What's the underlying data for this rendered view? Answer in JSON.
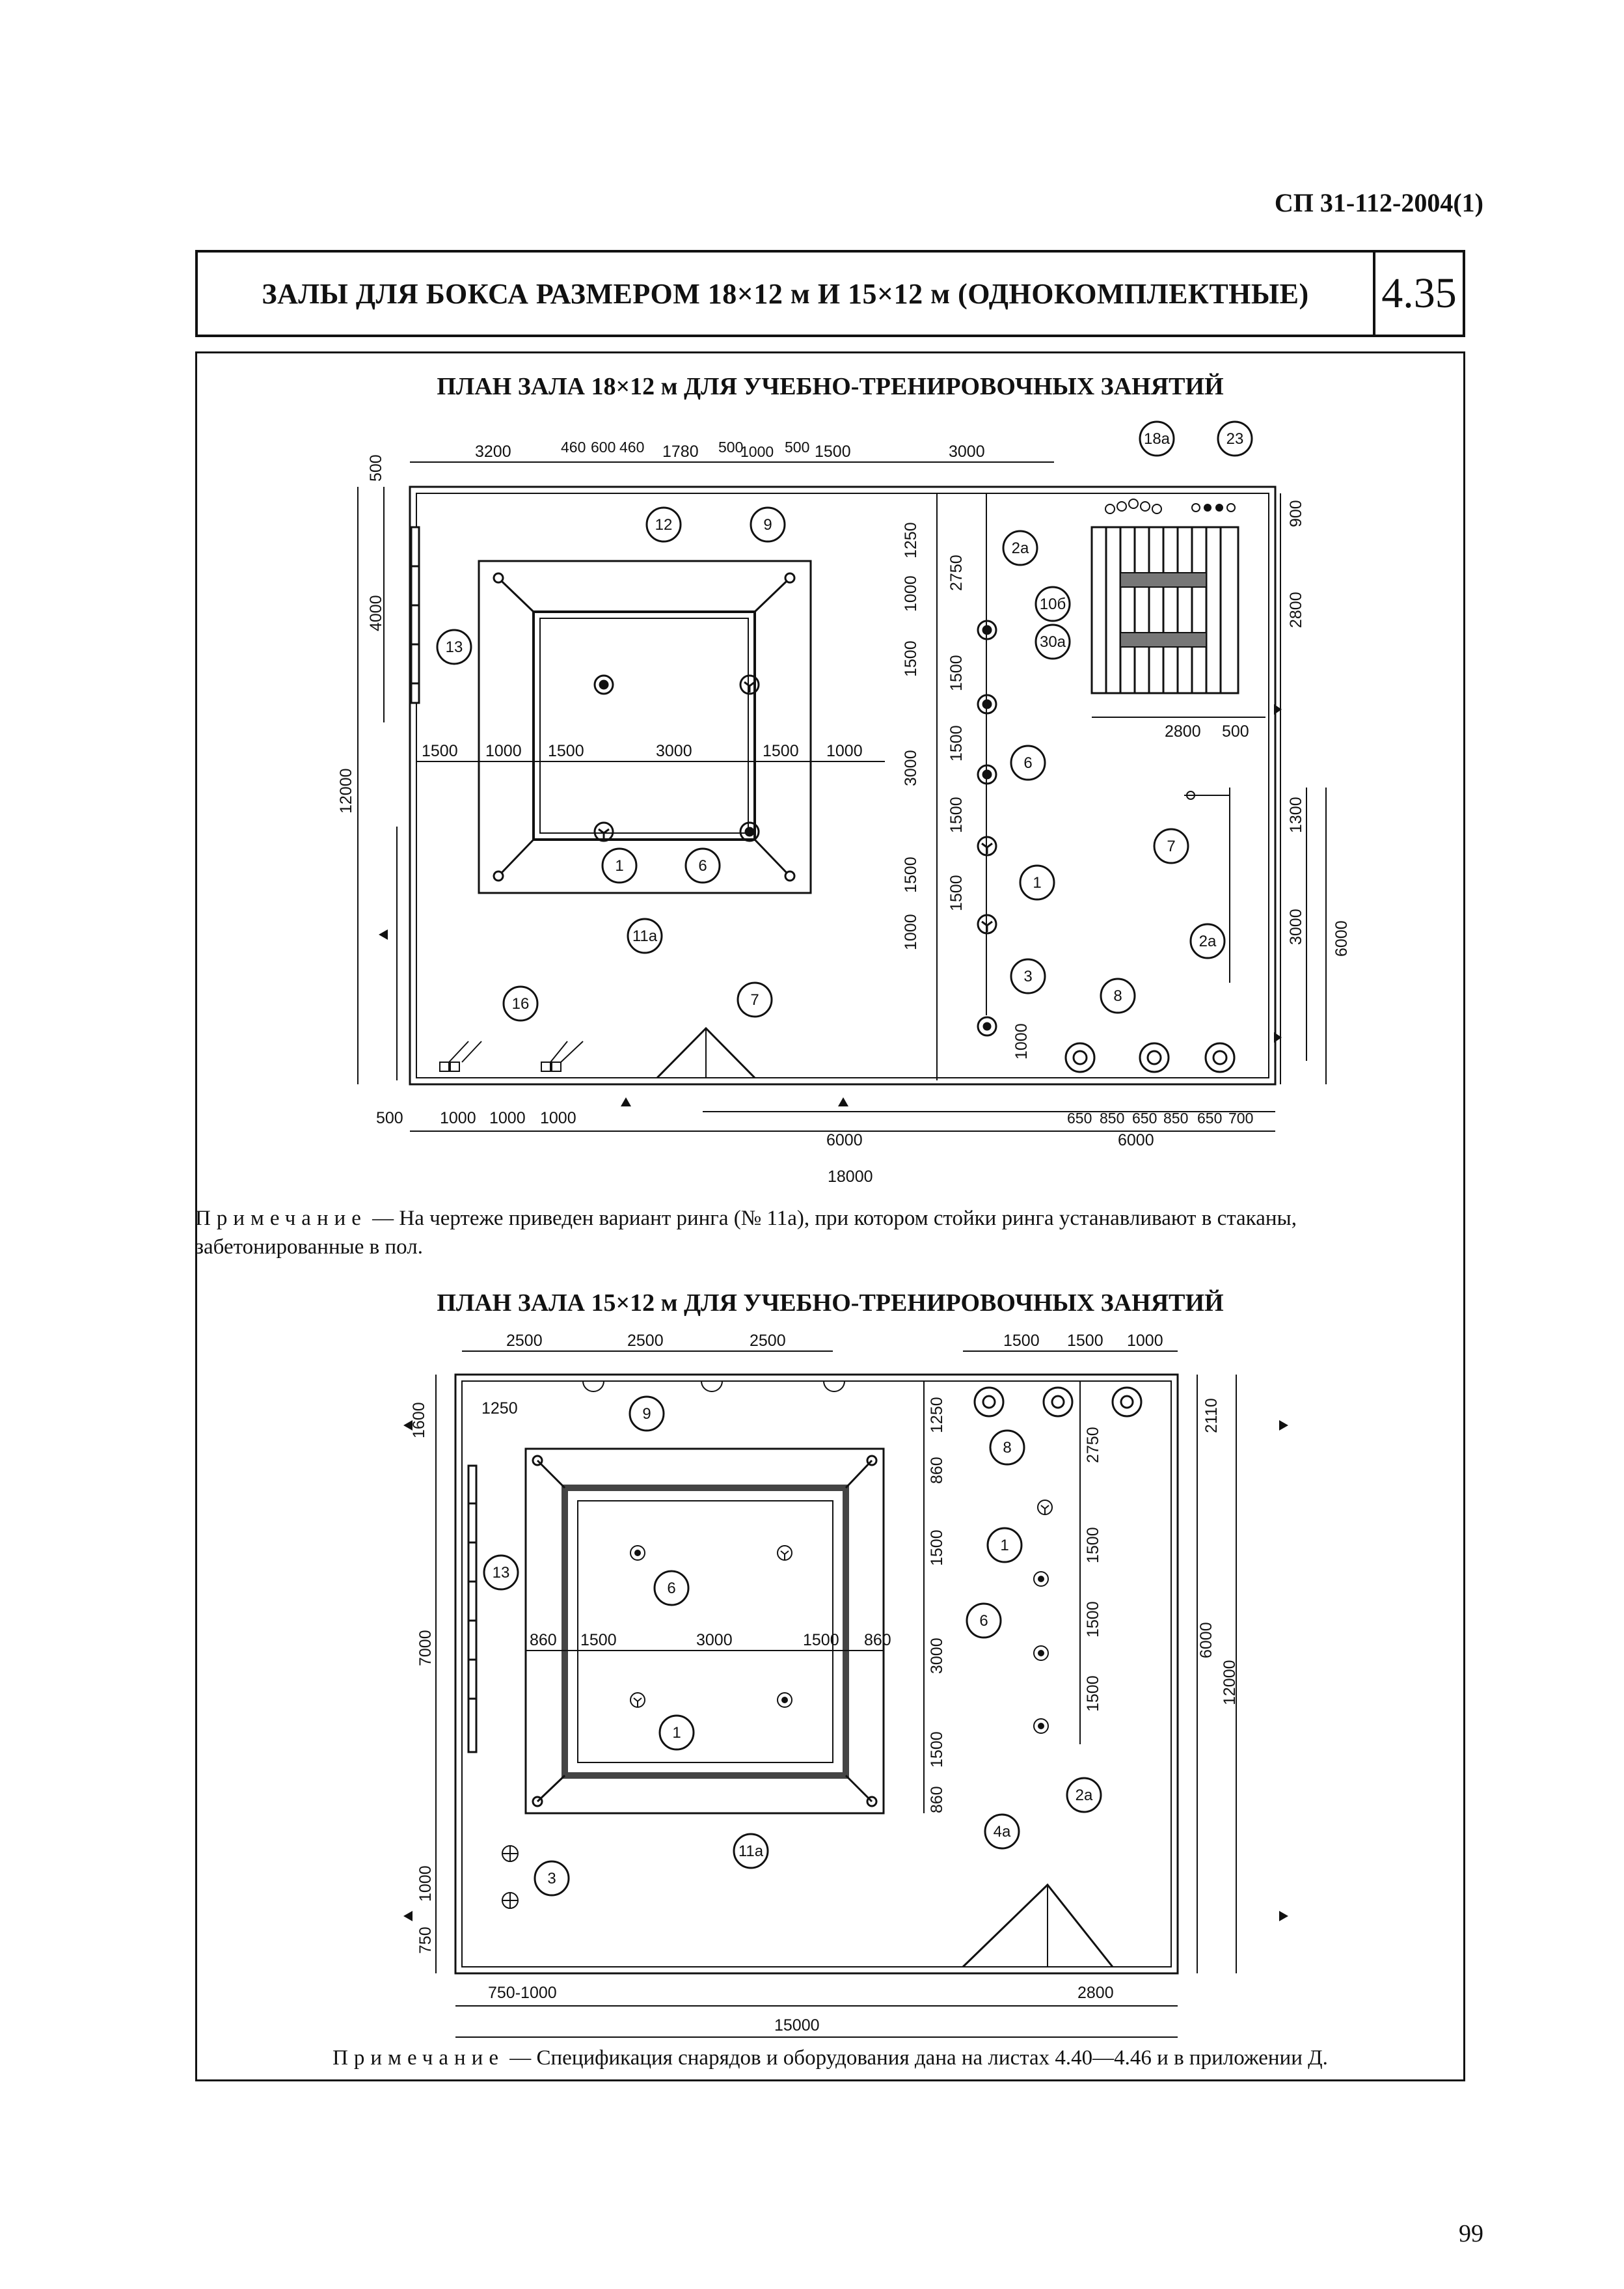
{
  "document": {
    "code": "СП 31-112-2004(1)",
    "page_number": "99"
  },
  "header": {
    "title": "ЗАЛЫ ДЛЯ БОКСА РАЗМЕРОМ 18×12 м И 15×12 м (ОДНОКОМПЛЕКТНЫЕ)",
    "sheet": "4.35"
  },
  "plan1": {
    "title": "ПЛАН ЗАЛА 18×12 м ДЛЯ УЧЕБНО-ТРЕНИРОВОЧНЫХ ЗАНЯТИЙ",
    "top_dims": [
      "3200",
      "460",
      "600",
      "460",
      "1780",
      "500",
      "1000",
      "500",
      "1500",
      "3000"
    ],
    "left_dims": [
      "500",
      "4000",
      "12000"
    ],
    "ring_dims": [
      "1500",
      "1000",
      "1500",
      "3000",
      "1500",
      "1000"
    ],
    "right_col_dims": [
      "1250",
      "1000",
      "1500",
      "3000",
      "1500",
      "1000",
      "2750",
      "1500",
      "1500",
      "1500",
      "1500",
      "1000"
    ],
    "bottom_dims": [
      "500",
      "1000",
      "1000",
      "1000",
      "650",
      "850",
      "650",
      "850",
      "650",
      "700",
      "6000",
      "6000",
      "18000"
    ],
    "side_dims": [
      "900",
      "2800",
      "2800",
      "500",
      "1300",
      "3000",
      "6000"
    ],
    "callouts": [
      "18а",
      "23",
      "12",
      "9",
      "2а",
      "10б",
      "30а",
      "13",
      "6",
      "7",
      "1",
      "11а",
      "2а",
      "3",
      "8",
      "16",
      "7",
      "1",
      "6"
    ]
  },
  "note1": {
    "prefix": "Примечание",
    "text": " — На чертеже приведен вариант ринга (№ 11а), при котором стойки ринга устанавливают в стаканы, забетонированные в пол."
  },
  "plan2": {
    "title": "ПЛАН ЗАЛА 15×12 м ДЛЯ УЧЕБНО-ТРЕНИРОВОЧНЫХ ЗАНЯТИЙ",
    "top_dims": [
      "2500",
      "2500",
      "2500",
      "1500",
      "1500",
      "1000"
    ],
    "left_dims": [
      "1600",
      "1250",
      "7000",
      "1000",
      "750"
    ],
    "ring_dims": [
      "860",
      "1500",
      "3000",
      "1500",
      "860"
    ],
    "right_col_dims": [
      "1250",
      "860",
      "1500",
      "3000",
      "1500",
      "860",
      "2750",
      "1500",
      "1500",
      "1500"
    ],
    "side_dims": [
      "2110",
      "6000",
      "12000"
    ],
    "bottom_dims": [
      "750-1000",
      "2800",
      "15000"
    ],
    "callouts": [
      "9",
      "8",
      "13",
      "6",
      "1",
      "6",
      "1",
      "2а",
      "11а",
      "4а",
      "3"
    ]
  },
  "note2": {
    "prefix": "Примечание",
    "text": " — Спецификация снарядов и оборудования дана на листах 4.40—4.46 и в приложении Д."
  }
}
